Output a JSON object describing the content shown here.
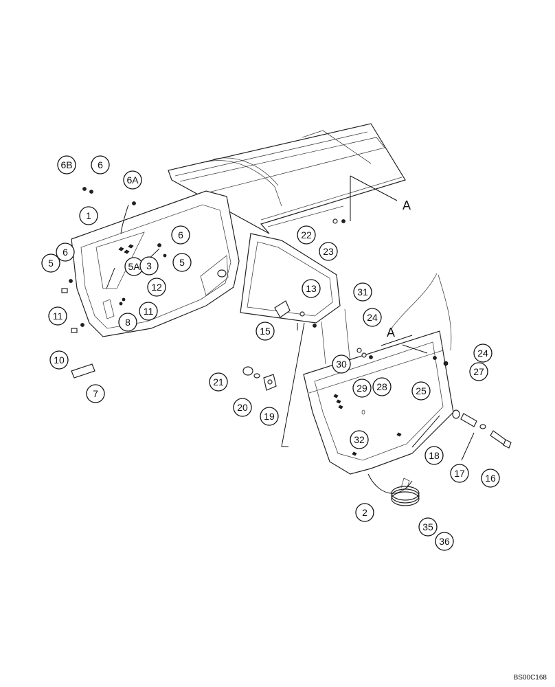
{
  "callouts": [
    "6B",
    "6",
    "6A",
    "1",
    "6",
    "5",
    "6",
    "5",
    "5A",
    "3",
    "12",
    "11",
    "11",
    "8",
    "10",
    "7",
    "13",
    "15",
    "31",
    "24",
    "30",
    "29",
    "28",
    "24",
    "27",
    "25",
    "21",
    "20",
    "19",
    "32",
    "18",
    "17",
    "16",
    "2",
    "35",
    "36",
    "22",
    "23"
  ],
  "section_labels": [
    "A",
    "A"
  ],
  "drawing_code": "BS00C168"
}
